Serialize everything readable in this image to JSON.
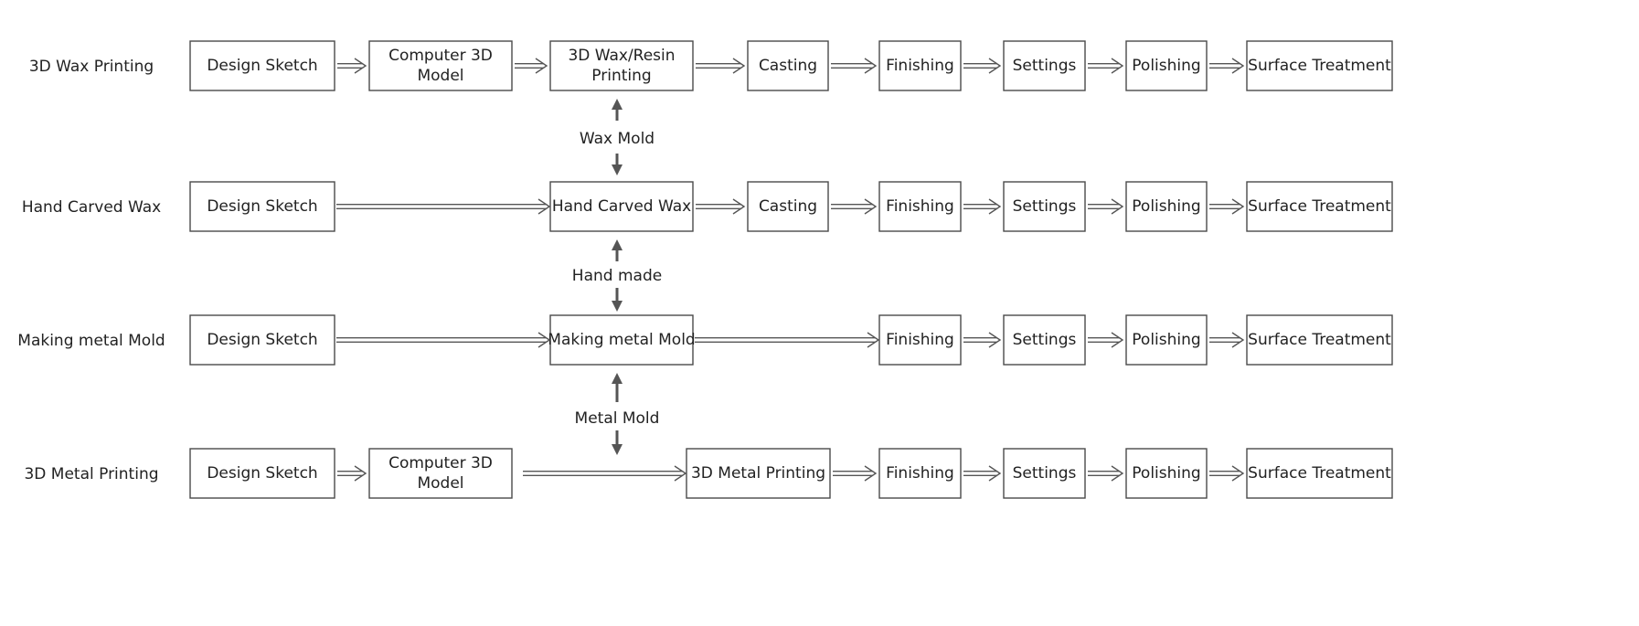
{
  "rows": [
    {
      "label": "3D Wax Printing",
      "steps": [
        [
          "Design Sketch"
        ],
        [
          "Computer 3D",
          "Model"
        ],
        [
          "3D Wax/Resin",
          "Printing"
        ],
        [
          "Casting"
        ],
        [
          "Finishing"
        ],
        [
          "Settings"
        ],
        [
          "Polishing"
        ],
        [
          "Surface Treatment"
        ]
      ]
    },
    {
      "label": "Hand Carved Wax",
      "steps": [
        [
          "Design Sketch"
        ],
        [
          "Hand Carved Wax"
        ],
        [
          "Casting"
        ],
        [
          "Finishing"
        ],
        [
          "Settings"
        ],
        [
          "Polishing"
        ],
        [
          "Surface Treatment"
        ]
      ]
    },
    {
      "label": "Making metal Mold",
      "steps": [
        [
          "Design Sketch"
        ],
        [
          "Making metal Mold"
        ],
        [
          "Finishing"
        ],
        [
          "Settings"
        ],
        [
          "Polishing"
        ],
        [
          "Surface Treatment"
        ]
      ]
    },
    {
      "label": "3D Metal Printing",
      "steps": [
        [
          "Design Sketch"
        ],
        [
          "Computer 3D",
          "Model"
        ],
        [
          "3D Metal Printing"
        ],
        [
          "Finishing"
        ],
        [
          "Settings"
        ],
        [
          "Polishing"
        ],
        [
          "Surface Treatment"
        ]
      ]
    }
  ],
  "connectors": [
    "Wax Mold",
    "Hand made",
    "Metal Mold"
  ]
}
